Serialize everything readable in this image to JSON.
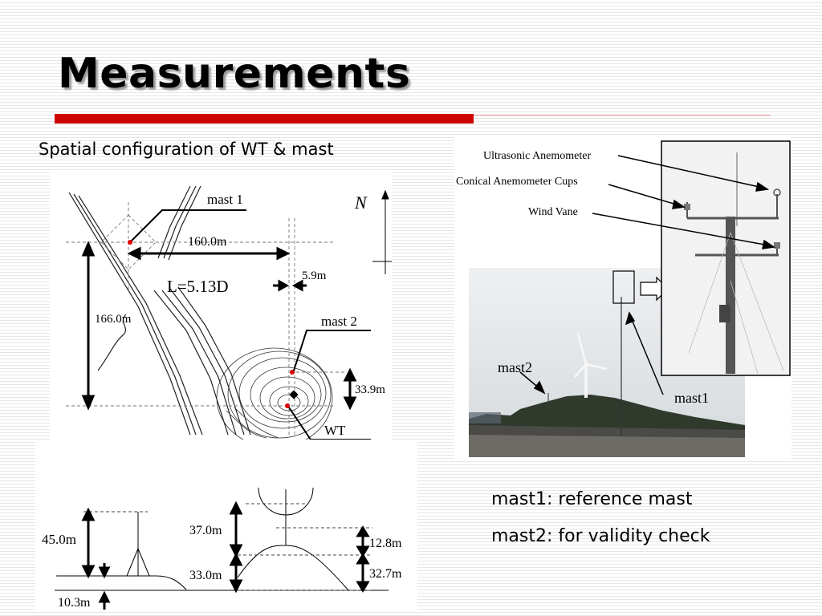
{
  "slide": {
    "title": "Measurements",
    "subtitle": "Spatial configuration of WT & mast",
    "captions": [
      "mast1: reference mast",
      "mast2: for validity check"
    ]
  },
  "site_map": {
    "north_label": "N",
    "mast1_label": "mast 1",
    "mast2_label": "mast 2",
    "wt_label": "WT",
    "distance_label": "160.0m",
    "offset_label": "5.9m",
    "ns_distance_label": "166.0m",
    "height_diff_label": "33.9m",
    "spacing_label": "L=5.13D"
  },
  "elevation": {
    "mast_height_label": "45.0m",
    "base_label": "10.3m",
    "top_left_label": "37.0m",
    "bottom_left_label": "33.0m",
    "top_right_label": "12.8m",
    "bottom_right_label": "32.7m"
  },
  "photo": {
    "callouts": [
      "Ultrasonic Anemometer",
      "Conical Anemometer Cups",
      "Wind Vane"
    ],
    "mast1_label": "mast1",
    "mast2_label": "mast2"
  },
  "colors": {
    "accent": "#cc0000",
    "marker": "#e00000"
  }
}
